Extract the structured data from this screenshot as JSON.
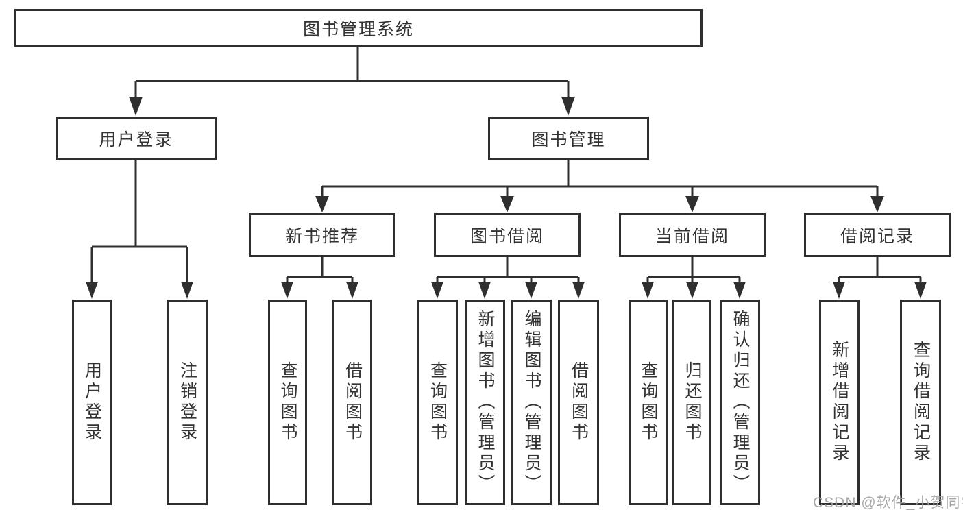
{
  "tree": {
    "root": "图书管理系统",
    "children": [
      {
        "label": "用户登录",
        "children": [
          "用户登录",
          "注销登录"
        ]
      },
      {
        "label": "图书管理",
        "children": [
          {
            "label": "新书推荐",
            "children": [
              "查询图书",
              "借阅图书"
            ]
          },
          {
            "label": "图书借阅",
            "children": [
              "查询图书",
              "新增图书（管理员）",
              "编辑图书（管理员）",
              "借阅图书"
            ]
          },
          {
            "label": "当前借阅",
            "children": [
              "查询图书",
              "归还图书",
              "确认归还（管理员）"
            ]
          },
          {
            "label": "借阅记录",
            "children": [
              "新增借阅记录",
              "查询借阅记录"
            ]
          }
        ]
      }
    ]
  },
  "watermark": "CSDN @软件_小贺同学",
  "colors": {
    "line": "#2f2f2f",
    "box_border": "#2f2f2f",
    "box_background": "#ffffff",
    "text": "#333333",
    "watermark": "#a0a0a0",
    "page_background": "#ffffff"
  }
}
